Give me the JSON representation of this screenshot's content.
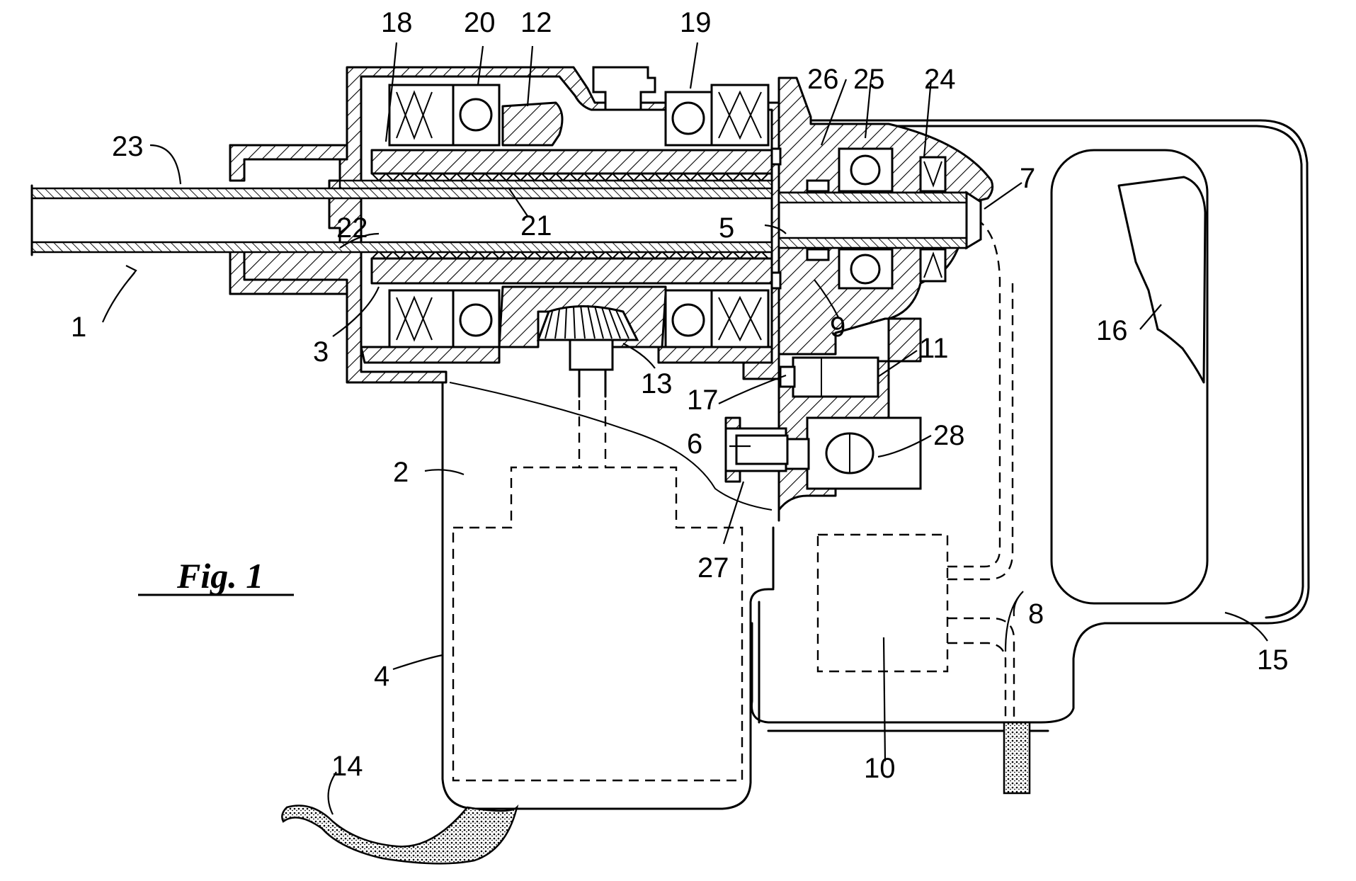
{
  "figure": {
    "caption": "Fig. 1"
  },
  "labels": {
    "l1": "1",
    "l2": "2",
    "l3": "3",
    "l4": "4",
    "l5": "5",
    "l6": "6",
    "l7": "7",
    "l8": "8",
    "l9": "9",
    "l10": "10",
    "l11": "11",
    "l12": "12",
    "l13": "13",
    "l14": "14",
    "l15": "15",
    "l16": "16",
    "l17": "17",
    "l18": "18",
    "l19": "19",
    "l20": "20",
    "l21": "21",
    "l22": "22",
    "l23": "23",
    "l24": "24",
    "l25": "25",
    "l26": "26",
    "l27": "27",
    "l28": "28"
  }
}
